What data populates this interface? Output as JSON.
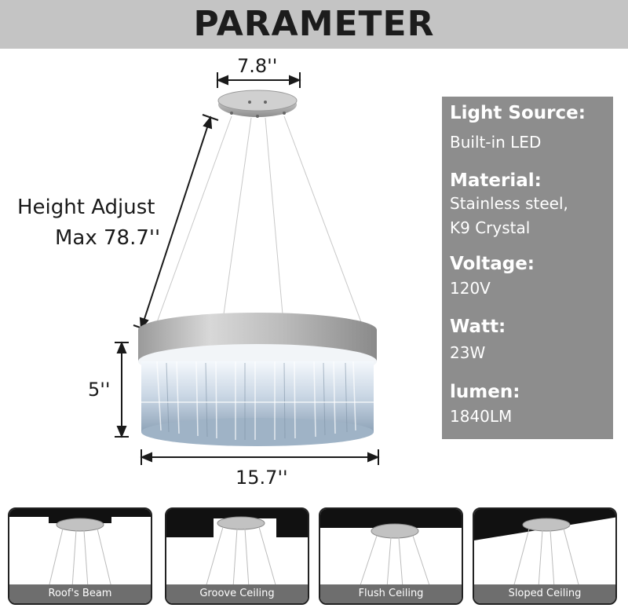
{
  "header": {
    "title": "PARAMETER"
  },
  "dimensions": {
    "canopy_width": "7.8''",
    "height_adjust_line1": "Height Adjust",
    "height_adjust_line2": "Max 78.7''",
    "body_height": "5''",
    "diameter": "15.7''"
  },
  "specs": [
    {
      "key": "Light Source:",
      "value": "Built-in LED"
    },
    {
      "key": "Material:",
      "value": "Stainless steel,",
      "value2": "K9 Crystal"
    },
    {
      "key": "Voltage:",
      "value": "120V"
    },
    {
      "key": "Watt:",
      "value": "23W"
    },
    {
      "key": "lumen:",
      "value": "1840LM"
    }
  ],
  "mounting": [
    {
      "label": "Roof's Beam",
      "ceiling": "beam"
    },
    {
      "label": "Groove Ceiling",
      "ceiling": "groove"
    },
    {
      "label": "Flush Ceiling",
      "ceiling": "flush"
    },
    {
      "label": "Sloped Ceiling",
      "ceiling": "sloped"
    }
  ],
  "colors": {
    "header_bg": "#c4c4c4",
    "panel_bg": "#8d8d8d",
    "label_bg": "#6e6e6e",
    "ceiling": "#111111"
  }
}
